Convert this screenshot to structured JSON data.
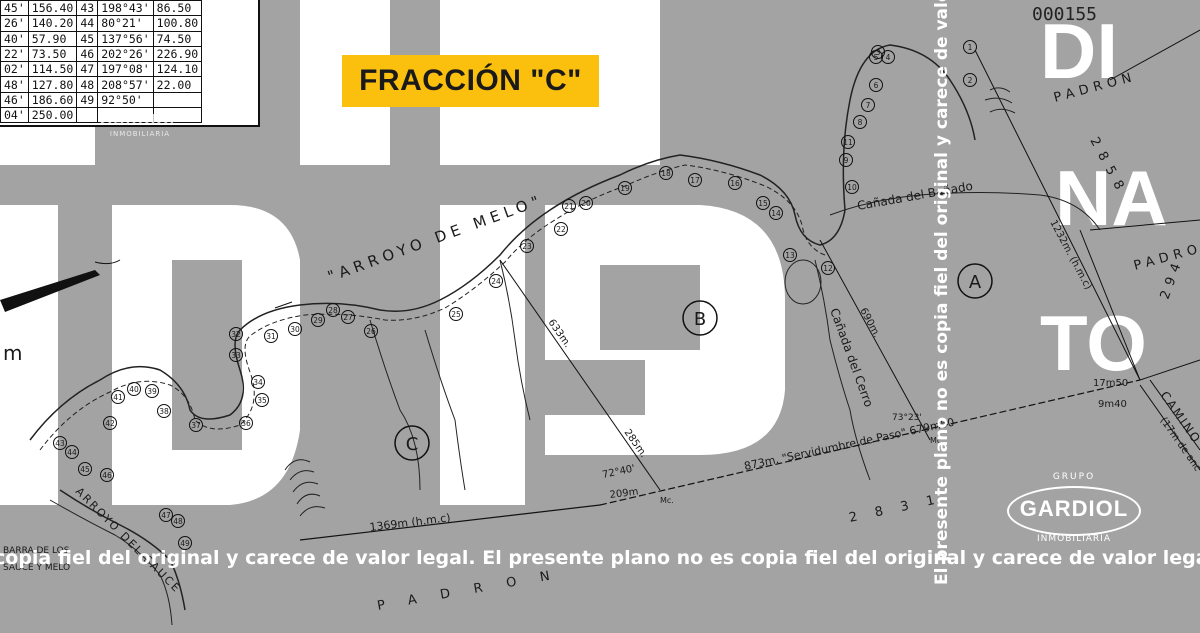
{
  "table": {
    "rows": [
      [
        "45'",
        "156.40",
        "43",
        "198°43'",
        "86.50"
      ],
      [
        "26'",
        "140.20",
        "44",
        "80°21'",
        "100.80"
      ],
      [
        "40'",
        "57.90",
        "45",
        "137°56'",
        "74.50"
      ],
      [
        "22'",
        "73.50",
        "46",
        "202°26'",
        "226.90"
      ],
      [
        "02'",
        "114.50",
        "47",
        "197°08'",
        "124.10"
      ],
      [
        "48'",
        "127.80",
        "48",
        "208°57'",
        "22.00"
      ],
      [
        "46'",
        "186.60",
        "49",
        "92°50'",
        ""
      ],
      [
        "04'",
        "250.00",
        "",
        "",
        ""
      ]
    ]
  },
  "badge": {
    "label": "FRACCIÓN \"C\""
  },
  "stamp": {
    "number": "000155"
  },
  "labels": {
    "arroyo_melo": "\"ARROYO DE MELO\"",
    "arroyo_sauce": "ARROYO DEL SAUCE",
    "barra": "BARRA DE LOS",
    "sauce_y_melo": "SAUCE Y MELO",
    "canada_banado": "Cañada del Bañado",
    "canada_cerro": "Cañada del Cerro",
    "servidumbre": "873m. \"Servidumbre de Paso\" 679m50",
    "padron_top": "PADRON",
    "padron_top_num": "2858",
    "padron_right": "PADRO",
    "padron_right_num": "294",
    "padron_bottom": "PADRON",
    "padron_2831": "2831",
    "camino": "CAMINO",
    "camino_sub": "(17m de anc",
    "m": "m",
    "dist_1369": "1369m (h.m.c)",
    "dist_209": "209m",
    "mc_1": "Mc.",
    "dist_72": "72°40'",
    "dist_285": "285m.",
    "dist_633": "633m.",
    "dist_690": "690m.",
    "dist_1232": "1232m. (h.m.c)",
    "dist_73": "73°23'",
    "mc_2": "Mc.",
    "dist_17": "17m50",
    "dist_9": "9m40",
    "fraction_a": "A",
    "fraction_b": "B",
    "fraction_c": "C"
  },
  "watermark": {
    "letters_left": "CIE",
    "di": "DI",
    "na": "NA",
    "to": "TO"
  },
  "disclaimer": {
    "horizontal": "copia fiel del original y carece de valor legal. El presente plano no es copia fiel del original y carece de valor legal. El",
    "vertical": "El presente plano no es copia fiel del original y carece de valor legal"
  },
  "logo": {
    "top": "GRUPO",
    "name": "GARDIOL",
    "bottom": "INMOBILIARIA"
  },
  "points": [
    "1",
    "2",
    "3",
    "4",
    "5",
    "6",
    "7",
    "8",
    "9",
    "10",
    "11",
    "12",
    "13",
    "14",
    "15",
    "16",
    "17",
    "18",
    "19",
    "20",
    "21",
    "22",
    "23",
    "24",
    "25",
    "26",
    "27",
    "28",
    "29",
    "30",
    "31",
    "32",
    "33",
    "34",
    "35",
    "36",
    "37",
    "38",
    "39",
    "40",
    "41",
    "42",
    "43",
    "44",
    "45",
    "46",
    "47",
    "48",
    "49"
  ]
}
